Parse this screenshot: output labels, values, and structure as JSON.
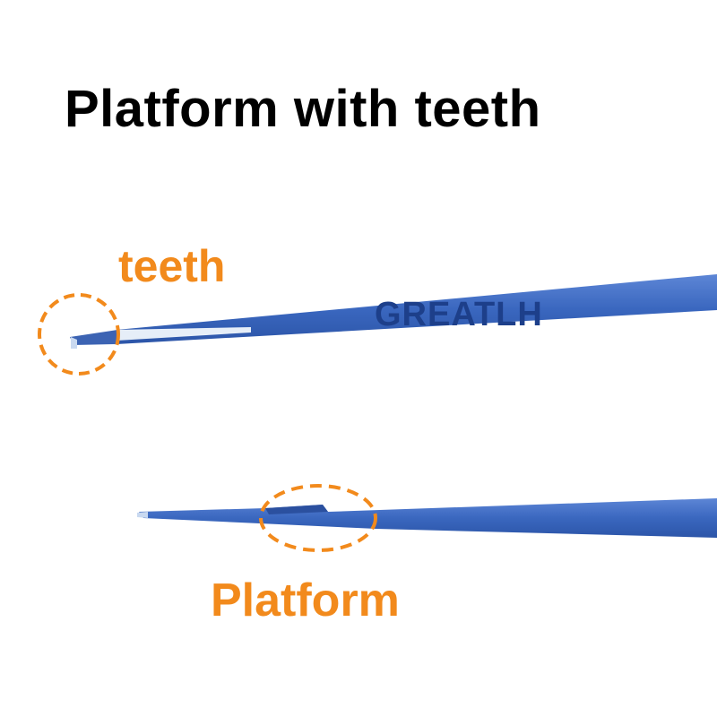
{
  "title": "Platform with teeth",
  "labels": {
    "teeth": "teeth",
    "platform": "Platform"
  },
  "brand": "GREATLH",
  "colors": {
    "accent": "#f28a1c",
    "tweezer_blue": "#3a67bf",
    "brand_navy": "#1d3f8a",
    "title": "#000000"
  }
}
